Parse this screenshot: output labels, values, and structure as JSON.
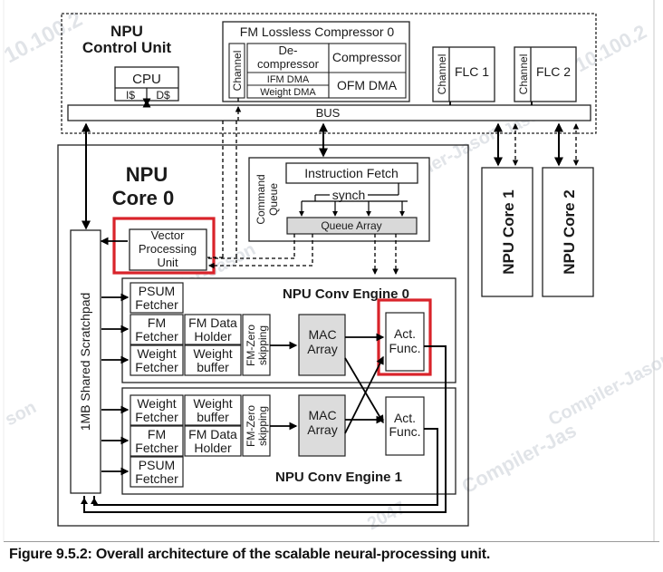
{
  "diagram": {
    "npu_control_unit": {
      "title_line1": "NPU",
      "title_line2": "Control Unit",
      "cpu": "CPU",
      "icache": "I$",
      "dcache": "D$"
    },
    "compressor": {
      "title": "FM Lossless Compressor 0",
      "channel": "Channel",
      "decompressor_line1": "De-",
      "decompressor_line2": "compressor",
      "compressor": "Compressor",
      "ifm_dma": "IFM DMA",
      "weight_dma": "Weight DMA",
      "ofm_dma": "OFM DMA"
    },
    "flc1": {
      "channel": "Channel",
      "label": "FLC 1"
    },
    "flc2": {
      "channel": "Channel",
      "label": "FLC 2"
    },
    "bus": "BUS",
    "core0": {
      "title_line1": "NPU",
      "title_line2": "Core 0",
      "scratchpad": "1MB Shared Scratchpad",
      "vpu_line1": "Vector",
      "vpu_line2": "Processing",
      "vpu_line3": "Unit",
      "command_queue_line1": "Command",
      "command_queue_line2": "Queue",
      "instruction_fetch": "Instruction Fetch",
      "synch": "synch",
      "queue_array": "Queue Array"
    },
    "engine0": {
      "title": "NPU Conv Engine 0",
      "psum_line1": "PSUM",
      "psum_line2": "Fetcher",
      "fm_line1": "FM",
      "fm_line2": "Fetcher",
      "weight_line1": "Weight",
      "weight_line2": "Fetcher",
      "fm_data_line1": "FM Data",
      "fm_data_line2": "Holder",
      "weight_buf_line1": "Weight",
      "weight_buf_line2": "buffer",
      "zero_line1": "FM-Zero",
      "zero_line2": "skipping",
      "mac_line1": "MAC",
      "mac_line2": "Array",
      "act_line1": "Act.",
      "act_line2": "Func."
    },
    "engine1": {
      "title": "NPU Conv Engine 1",
      "weight_line1": "Weight",
      "weight_line2": "Fetcher",
      "fm_line1": "FM",
      "fm_line2": "Fetcher",
      "psum_line1": "PSUM",
      "psum_line2": "Fetcher",
      "weight_buf_line1": "Weight",
      "weight_buf_line2": "buffer",
      "fm_data_line1": "FM Data",
      "fm_data_line2": "Holder",
      "zero_line1": "FM-Zero",
      "zero_line2": "skipping",
      "mac_line1": "MAC",
      "mac_line2": "Array",
      "act_line1": "Act.",
      "act_line2": "Func."
    },
    "core1": "NPU Core 1",
    "core2": "NPU Core 2",
    "highlight_color": "#d9232a",
    "watermarks": [
      "10.100.2",
      "Compiler-Jason",
      "Compiler-Jas",
      "son",
      "10.100.2",
      "Jason",
      "Compiler-Jason",
      "Compiler-Jason",
      "2047"
    ]
  },
  "caption": "Figure 9.5.2: Overall architecture of the scalable neural-processing unit."
}
